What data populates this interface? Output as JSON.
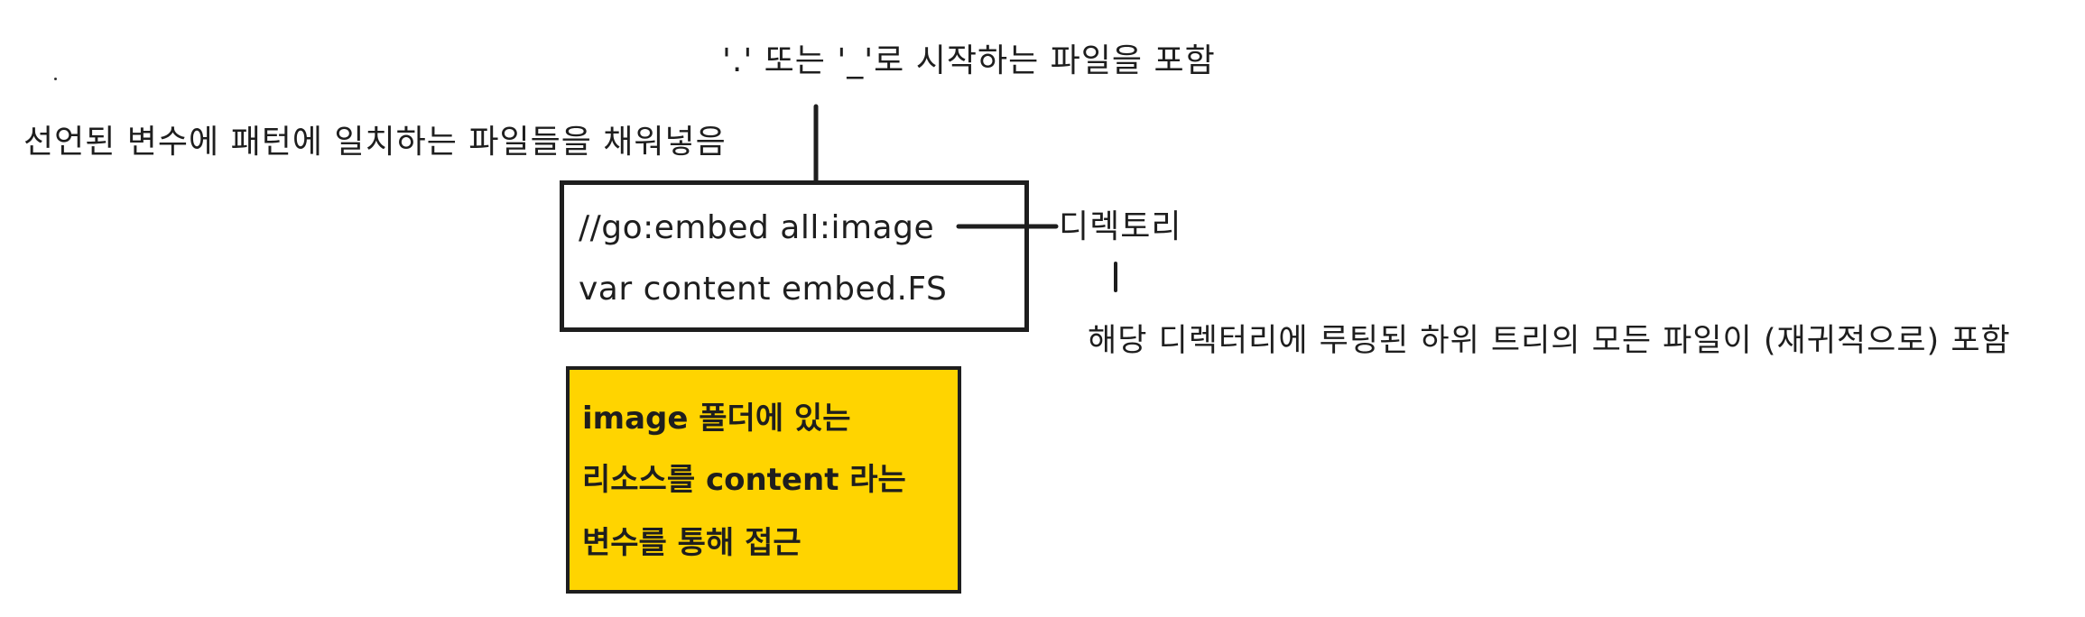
{
  "annotations": {
    "hidden_files": "'.' 또는 '_'로 시작하는 파일을 포함",
    "fill_variable": "선언된 변수에 패턴에 일치하는 파일들을 채워넣음",
    "directory": "디렉토리",
    "recursive": "해당 디렉터리에 루팅된 하위 트리의 모든 파일이 (재귀적으로) 포함"
  },
  "code": {
    "line1": "//go:embed all:image",
    "line2": "var content embed.FS"
  },
  "explanation": {
    "line1": "image 폴더에 있는",
    "line2": "리소스를 content 라는",
    "line3": "변수를 통해 접근"
  },
  "colors": {
    "stroke": "#1e1e1e",
    "highlight": "#ffd400",
    "background": "#ffffff"
  }
}
